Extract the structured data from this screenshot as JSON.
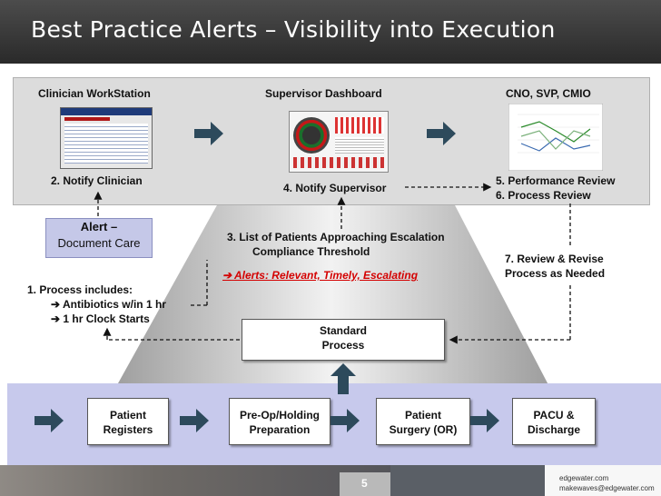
{
  "title": "Best Practice Alerts – Visibility into Execution",
  "top": {
    "clinician_workstation": "Clinician WorkStation",
    "supervisor_dashboard": "Supervisor Dashboard",
    "cno": "CNO, SVP, CMIO",
    "notify_clinician": "2. Notify Clinician",
    "notify_supervisor": "4. Notify Supervisor",
    "performance_review": "5. Performance Review",
    "process_review": "6. Process Review"
  },
  "alert": {
    "line1": "Alert –",
    "line2": "Document Care"
  },
  "process_includes": {
    "line1": "1. Process includes:",
    "line2": "Antibiotics w/in 1 hr",
    "line3": "1 hr Clock Starts"
  },
  "list_patients": {
    "line1": "3. List of Patients Approaching Escalation",
    "line2": "Compliance Threshold"
  },
  "alerts_relevant": "Alerts: Relevant, Timely, Escalating",
  "review_revise": {
    "line1": "7. Review & Revise",
    "line2": "Process as Needed"
  },
  "standard_process": {
    "line1": "Standard",
    "line2": "Process"
  },
  "steps": [
    {
      "line1": "Patient",
      "line2": "Registers"
    },
    {
      "line1": "Pre-Op/Holding",
      "line2": "Preparation"
    },
    {
      "line1": "Patient",
      "line2": "Surgery (OR)"
    },
    {
      "line1": "PACU &",
      "line2": "Discharge"
    }
  ],
  "footer": {
    "page": "5",
    "site": "edgewater.com",
    "email": "makewaves@edgewater.com"
  },
  "arrow_glyph": "➔",
  "colors": {
    "title_bg": "#3a3a3a",
    "top_panel": "#dcdcdc",
    "bottom_panel": "#c7c9ec",
    "accent_red": "#d40000",
    "arrow": "#2d4a5c"
  }
}
